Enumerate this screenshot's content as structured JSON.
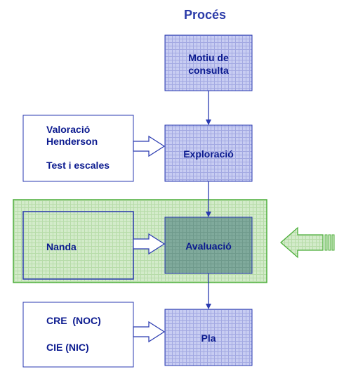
{
  "title": "Procés",
  "process_boxes": {
    "motiu": "Motiu de consulta",
    "motiu_line1": "Motiu de",
    "motiu_line2": "consulta",
    "exploracio": "Exploració",
    "avaluacio": "Avaluació",
    "pla": "Pla"
  },
  "input_boxes": {
    "valoracio_line1": "Valoració",
    "valoracio_line2": "Henderson",
    "test": "Test i escales",
    "nanda": "Nanda",
    "cre": "CRE  (NOC)",
    "cie": "CIE (NIC)"
  },
  "colors": {
    "text": "#0b1a8f",
    "process_fill": "#c8cdf2",
    "process_grid": "#a3a9e2",
    "border_blue": "#2a3ab0",
    "highlight_fill": "#cfe8c4",
    "highlight_border": "#4cae3a",
    "avaluacio_fill": "#7fa99b",
    "arrow_fill": "#cde9c1",
    "arrow_border": "#4cae3a"
  }
}
